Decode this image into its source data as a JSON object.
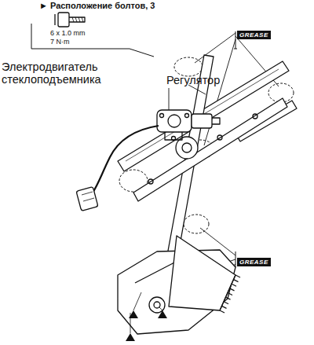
{
  "diagram": {
    "nodes": [
      {
        "text": [
          "GREASE"
        ]
      },
      {
        "text": [
          "GREASE"
        ]
      }
    ],
    "labels": [
      "► Расположение болтов, 3",
      "6 x 1.0 mm",
      "7 N·m",
      "Электродвигатель стеклоподъемника",
      "Регулятор"
    ]
  }
}
